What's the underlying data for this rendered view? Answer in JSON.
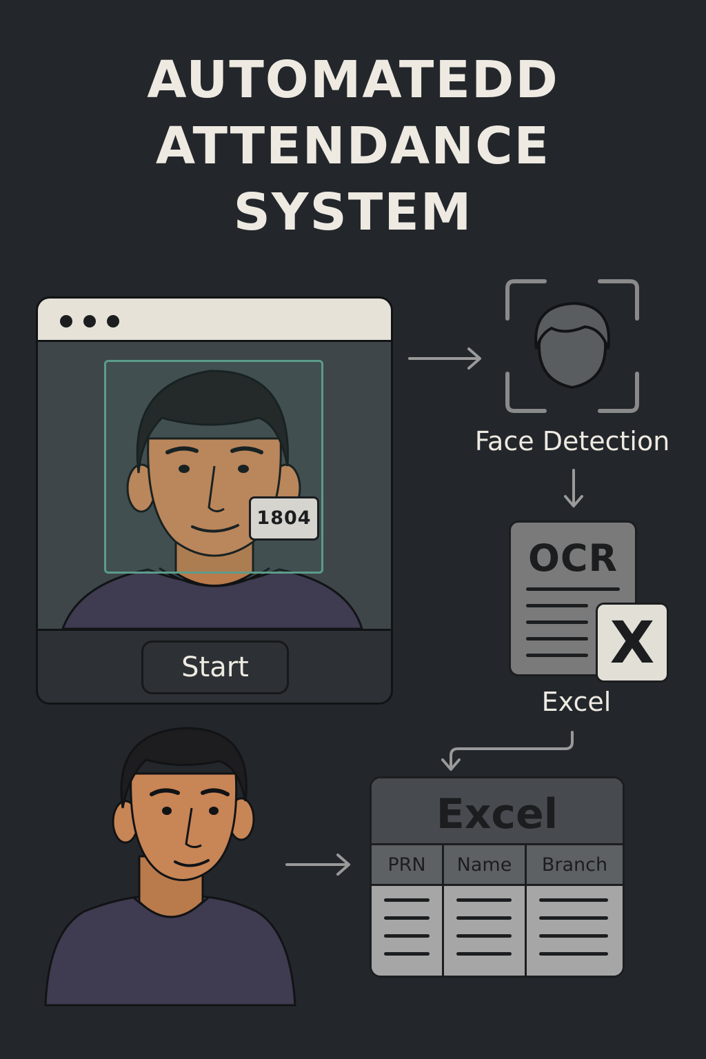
{
  "title": {
    "line1": "AUTOMATEDD",
    "line2": "ATTENDANCE",
    "line3": "SYSTEM"
  },
  "app_window": {
    "id_badge": "1804",
    "start_button": "Start"
  },
  "steps": {
    "face_detection": "Face Detection",
    "ocr": "OCR",
    "excel_icon": "X",
    "excel_label": "Excel"
  },
  "spreadsheet": {
    "title": "Excel",
    "columns": [
      "PRN",
      "Name",
      "Branch"
    ]
  },
  "colors": {
    "background": "#23272b",
    "face_box": "#5c9c8a",
    "text": "#eeeae2"
  }
}
